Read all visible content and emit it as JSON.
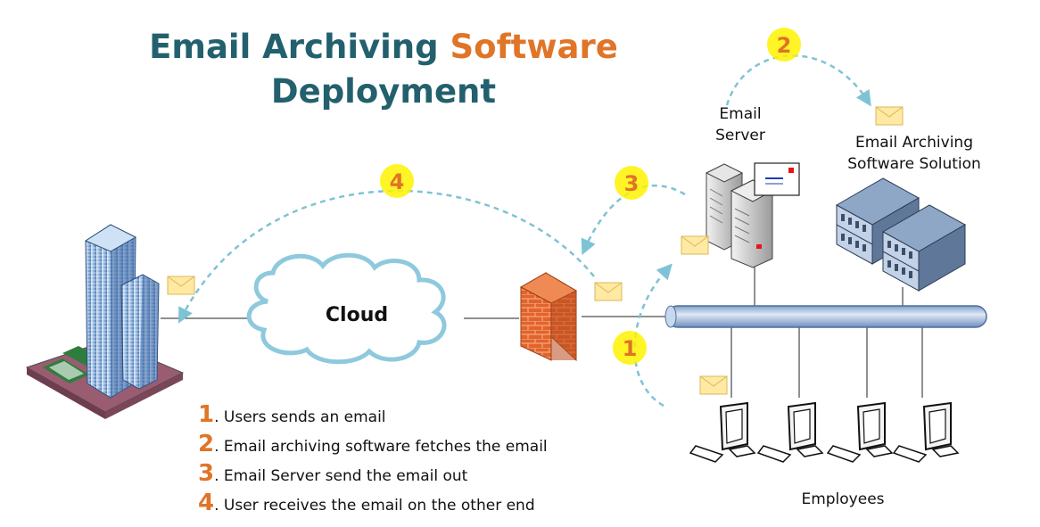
{
  "title": {
    "line1_a": "Email Archiving ",
    "line1_b": "Software",
    "line2": "Deployment"
  },
  "labels": {
    "email_server_1": "Email",
    "email_server_2": "Server",
    "archiving_1": "Email Archiving",
    "archiving_2": "Software Solution",
    "cloud": "Cloud",
    "employees": "Employees"
  },
  "badges": [
    "1",
    "2",
    "3",
    "4"
  ],
  "steps": [
    {
      "num": "1",
      "text": ". Users sends an email"
    },
    {
      "num": "2",
      "text": ". Email archiving software fetches the email"
    },
    {
      "num": "3",
      "text": ". Email Server send the email out"
    },
    {
      "num": "4",
      "text": ". User receives the email on the other end"
    }
  ],
  "colors": {
    "title": "#23606e",
    "accent": "#e07427",
    "dashed_arrow": "#7ec3d5",
    "badge_fill": "#fff200",
    "cloud_stroke": "#8ec9dd",
    "bus_pipe": "#a9c1de",
    "firewall": "#e2632b"
  },
  "icons": [
    "office-building-icon",
    "cloud-icon",
    "firewall-icon",
    "server-icon",
    "envelope-icon",
    "computer-icon"
  ]
}
